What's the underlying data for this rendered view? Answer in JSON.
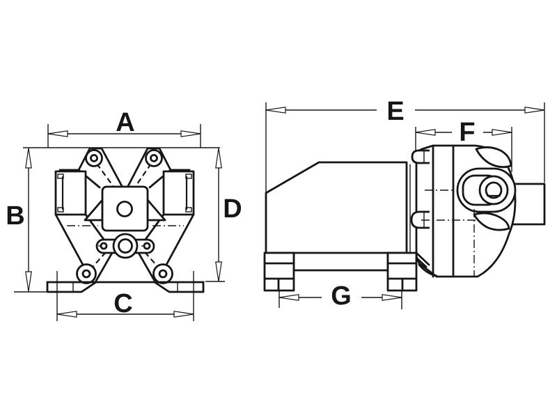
{
  "canvas": {
    "background": "#ffffff",
    "line_color": "#161616"
  },
  "drawing": {
    "type": "technical-dimension-drawing",
    "views": {
      "front": {
        "dimension_labels": {
          "top": "A",
          "left": "B",
          "bottom": "C",
          "right": "D"
        }
      },
      "side": {
        "dimension_labels": {
          "overall_top": "E",
          "head_top": "F",
          "feet_bottom": "G"
        }
      }
    }
  }
}
